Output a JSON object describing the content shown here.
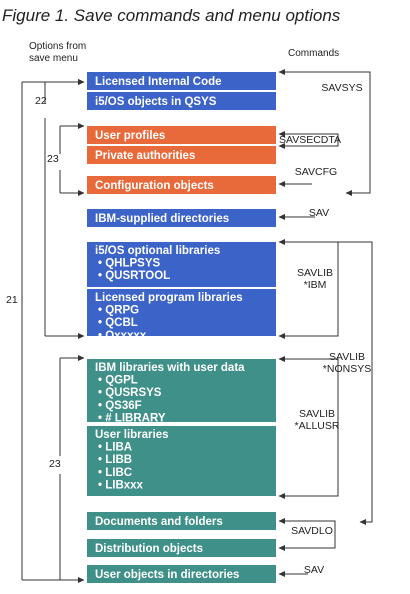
{
  "title": "Figure 1. Save commands and menu options",
  "headers": {
    "options_line1": "Options from",
    "options_line2": "save menu",
    "commands": "Commands"
  },
  "colors": {
    "blue": "#3b63c8",
    "orange": "#e8693a",
    "teal": "#3f9089"
  },
  "boxes": [
    {
      "id": "lic",
      "color": "blue",
      "lines": [
        "Licensed Internal Code"
      ]
    },
    {
      "id": "i5os",
      "color": "blue",
      "lines": [
        "i5/OS objects in QSYS"
      ]
    },
    {
      "id": "userprof",
      "color": "orange",
      "lines": [
        "User profiles"
      ]
    },
    {
      "id": "privauth",
      "color": "orange",
      "lines": [
        "Private authorities"
      ]
    },
    {
      "id": "config",
      "color": "orange",
      "lines": [
        "Configuration objects"
      ]
    },
    {
      "id": "ibmdirs",
      "color": "blue",
      "lines": [
        "IBM-supplied directories"
      ]
    },
    {
      "id": "optlibs",
      "color": "blue",
      "lines": [
        "i5/OS optional libraries",
        "• QHLPSYS",
        "• QUSRTOOL"
      ]
    },
    {
      "id": "lpplibs",
      "color": "blue",
      "lines": [
        "Licensed program libraries",
        "• QRPG",
        "• QCBL",
        "• Qxxxxx"
      ]
    },
    {
      "id": "ibmuserlibs",
      "color": "teal",
      "lines": [
        "IBM libraries with user data",
        "• QGPL",
        "• QUSRSYS",
        "• QS36F",
        "• # LIBRARY"
      ]
    },
    {
      "id": "userlibs",
      "color": "teal",
      "lines": [
        "User libraries",
        "• LIBA",
        "• LIBB",
        "• LIBC",
        "• LIBxxx"
      ]
    },
    {
      "id": "docs",
      "color": "teal",
      "lines": [
        "Documents and folders"
      ]
    },
    {
      "id": "dist",
      "color": "teal",
      "lines": [
        "Distribution objects"
      ]
    },
    {
      "id": "userobjdirs",
      "color": "teal",
      "lines": [
        "User objects in directories"
      ]
    }
  ],
  "commands": [
    {
      "id": "savsys",
      "lines": [
        "SAVSYS"
      ]
    },
    {
      "id": "savsecdta",
      "lines": [
        "SAVSECDTA"
      ]
    },
    {
      "id": "savcfg",
      "lines": [
        "SAVCFG"
      ]
    },
    {
      "id": "sav1",
      "lines": [
        "SAV"
      ]
    },
    {
      "id": "savlib-ibm",
      "lines": [
        "SAVLIB",
        "*IBM"
      ]
    },
    {
      "id": "savlib-nonsys",
      "lines": [
        "SAVLIB",
        "*NONSYS"
      ]
    },
    {
      "id": "savlib-allusr",
      "lines": [
        "SAVLIB",
        "*ALLUSR"
      ]
    },
    {
      "id": "savdlo",
      "lines": [
        "SAVDLO"
      ]
    },
    {
      "id": "sav2",
      "lines": [
        "SAV"
      ]
    }
  ],
  "options": [
    {
      "id": "opt21",
      "label": "21"
    },
    {
      "id": "opt22",
      "label": "22"
    },
    {
      "id": "opt23a",
      "label": "23"
    },
    {
      "id": "opt23b",
      "label": "23"
    }
  ]
}
